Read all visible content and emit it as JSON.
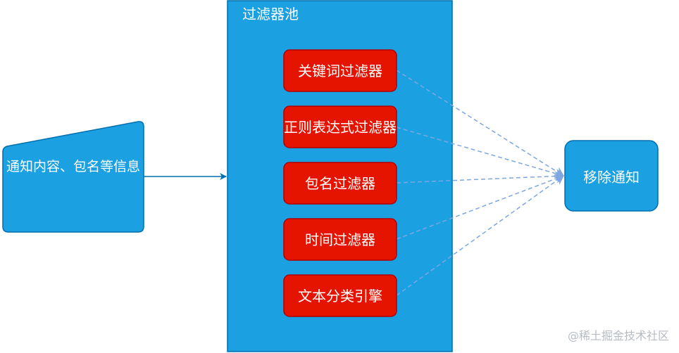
{
  "pool": {
    "title": "过滤器池"
  },
  "input": {
    "label": "通知内容、包名等信息"
  },
  "filters": [
    {
      "label": "关键词过滤器"
    },
    {
      "label": "正则表达式过滤器"
    },
    {
      "label": "包名过滤器"
    },
    {
      "label": "时间过滤器"
    },
    {
      "label": "文本分类引擎"
    }
  ],
  "output": {
    "label": "移除通知"
  },
  "watermark": {
    "text": "@稀土掘金技术社区"
  },
  "colors": {
    "pool_fill": "#1ba1e2",
    "pool_stroke": "#006eaf",
    "filter_fill": "#e51400",
    "filter_stroke": "#b20000",
    "arrow": "#006eaf",
    "dashed_arrow": "#7ea6e0"
  }
}
